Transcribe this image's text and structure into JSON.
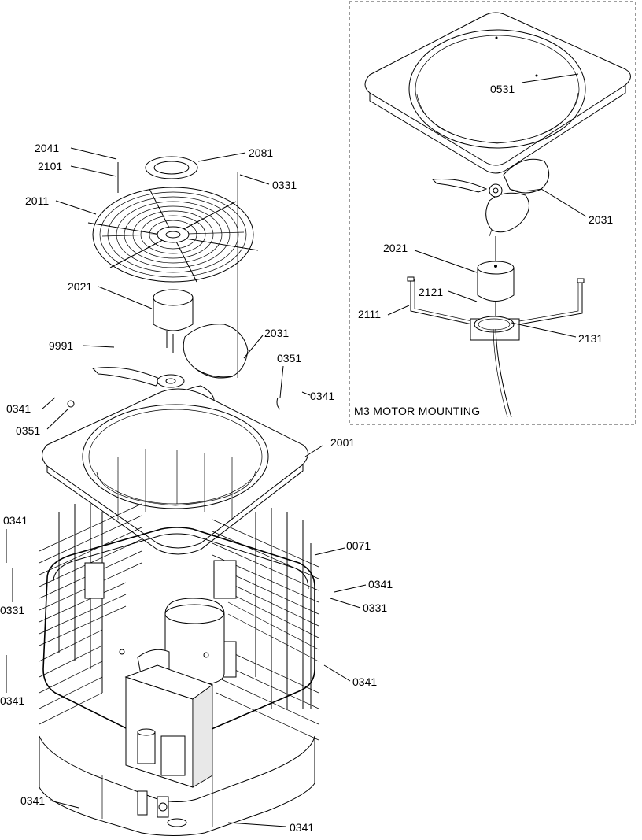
{
  "inset": {
    "title": "M3 MOTOR MOUNTING"
  },
  "labels": {
    "l2041": "2041",
    "l2101": "2101",
    "l2081": "2081",
    "l0331_top": "0331",
    "l2011": "2011",
    "l2021": "2021",
    "l2031": "2031",
    "l9991": "9991",
    "l0351_right": "0351",
    "l0341_right_top": "0341",
    "l0341_left_top": "0341",
    "l0351_left": "0351",
    "l2001": "2001",
    "l0341_left_mid": "0341",
    "l0331_left": "0331",
    "l0071": "0071",
    "l0341_right_mid": "0341",
    "l0331_right": "0331",
    "l0341_left_low": "0341",
    "l0341_right_low": "0341",
    "l0341_bottom_left": "0341",
    "l0341_bottom_right": "0341",
    "i0531": "0531",
    "i2031": "2031",
    "i2021": "2021",
    "i2121": "2121",
    "i2111": "2111",
    "i2131": "2131"
  }
}
